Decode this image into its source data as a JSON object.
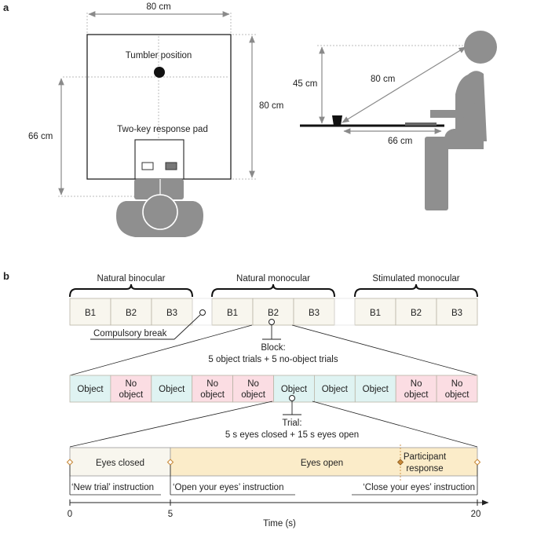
{
  "panel_a": {
    "label": "a",
    "top_view": {
      "width_label": "80 cm",
      "height_label": "80 cm",
      "distance_label": "66 cm",
      "tumbler_label": "Tumbler position",
      "pad_label": "Two-key response pad"
    },
    "side_view": {
      "height_label": "45 cm",
      "diagonal_label": "80 cm",
      "distance_label": "66 cm"
    }
  },
  "panel_b": {
    "label": "b",
    "groups": [
      "Natural binocular",
      "Natural monocular",
      "Stimulated monocular"
    ],
    "blocks": [
      [
        "B1",
        "B2",
        "B3"
      ],
      [
        "B1",
        "B2",
        "B3"
      ],
      [
        "B1",
        "B2",
        "B3"
      ]
    ],
    "compulsory_break": "Compulsory break",
    "block_desc_line1": "Block:",
    "block_desc_line2": "5 object trials + 5 no-object trials",
    "trials": [
      {
        "line1": "Object",
        "line2": "",
        "type": "object"
      },
      {
        "line1": "No",
        "line2": "object",
        "type": "noobject"
      },
      {
        "line1": "Object",
        "line2": "",
        "type": "object"
      },
      {
        "line1": "No",
        "line2": "object",
        "type": "noobject"
      },
      {
        "line1": "No",
        "line2": "object",
        "type": "noobject"
      },
      {
        "line1": "Object",
        "line2": "",
        "type": "object"
      },
      {
        "line1": "Object",
        "line2": "",
        "type": "object"
      },
      {
        "line1": "Object",
        "line2": "",
        "type": "object"
      },
      {
        "line1": "No",
        "line2": "object",
        "type": "noobject"
      },
      {
        "line1": "No",
        "line2": "object",
        "type": "noobject"
      }
    ],
    "trial_desc_line1": "Trial:",
    "trial_desc_line2": "5 s eyes closed + 15 s eyes open",
    "eyes_closed": "Eyes closed",
    "eyes_open": "Eyes open",
    "participant_line1": "Participant",
    "participant_line2": "response",
    "instructions": [
      "‘New trial’ instruction",
      "‘Open your eyes’ instruction",
      "‘Close your eyes’ instruction"
    ],
    "axis_ticks": [
      "0",
      "5",
      "20"
    ],
    "axis_label": "Time (s)"
  },
  "colors": {
    "object_fill": "#dff3f2",
    "noobject_fill": "#fbdde3",
    "block_fill": "#f8f6ee",
    "eyes_closed_fill": "#f8f6ee",
    "eyes_open_fill": "#fbecc9",
    "figure_gray": "#8f8f8f",
    "marker": "#c98a3a"
  }
}
